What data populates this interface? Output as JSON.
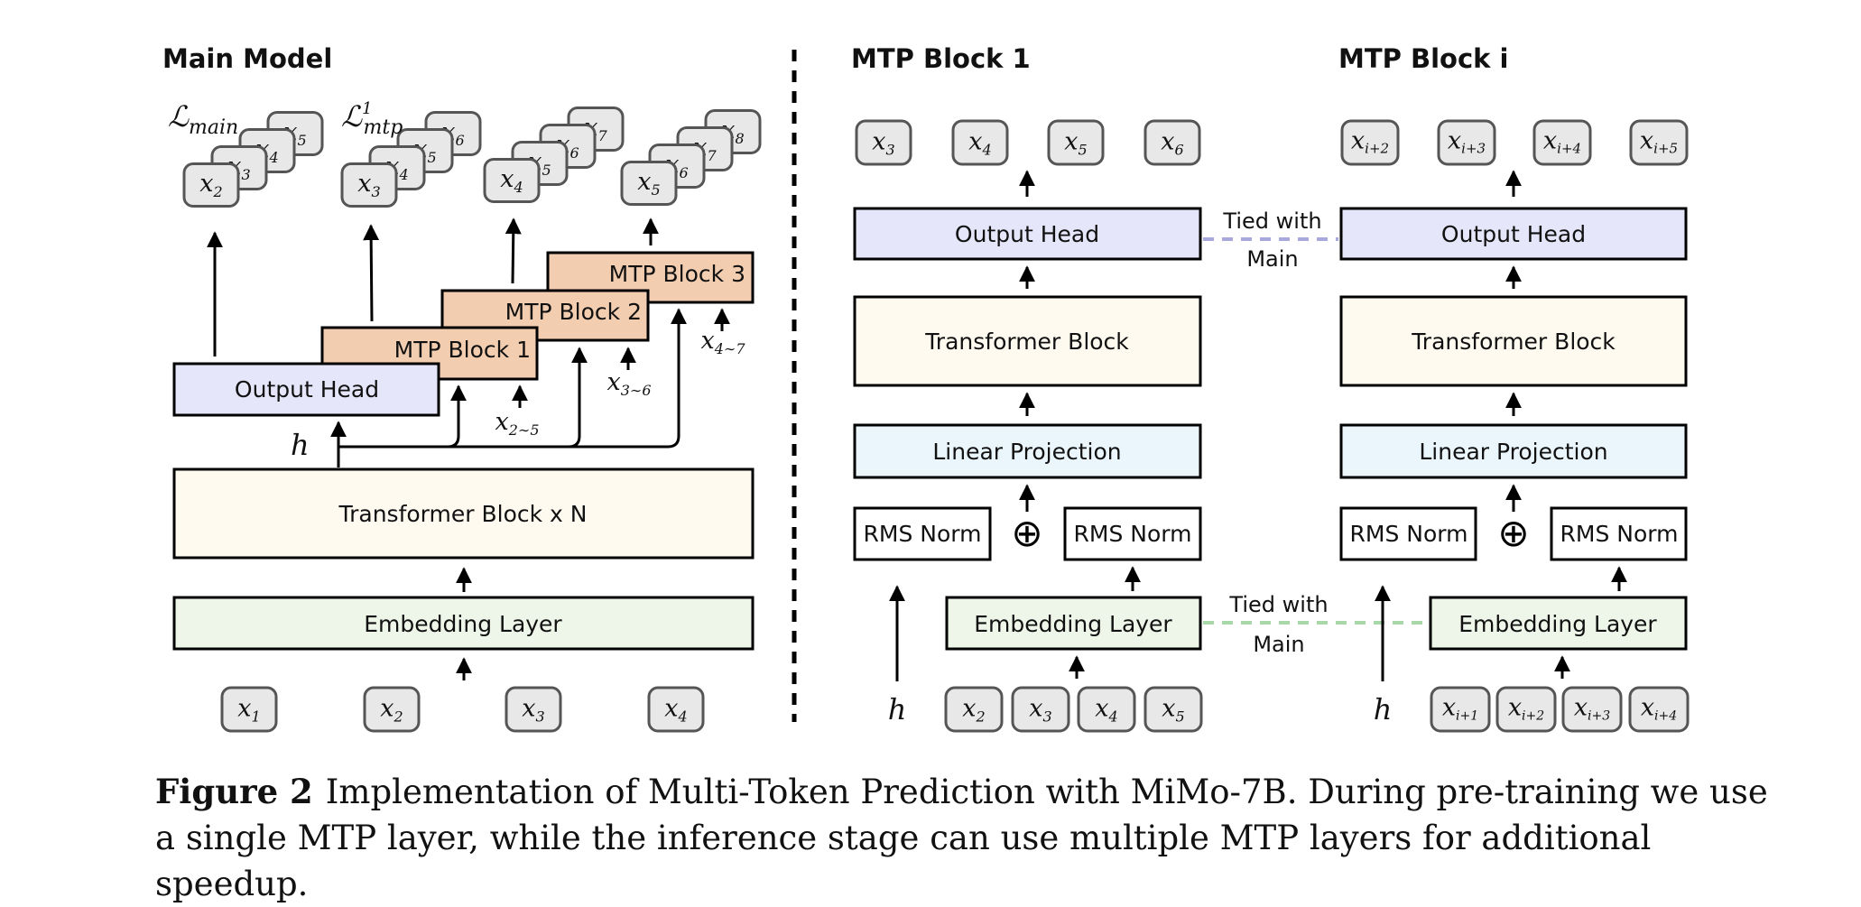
{
  "main_model": {
    "title": "Main Model",
    "output_head": "Output Head",
    "transformer_block": "Transformer Block x N",
    "embedding_layer": "Embedding Layer",
    "mtp_blocks": [
      "MTP Block 1",
      "MTP Block 2",
      "MTP Block 3"
    ],
    "h_label": "h",
    "input_tokens": [
      [
        "x",
        "1"
      ],
      [
        "x",
        "2"
      ],
      [
        "x",
        "3"
      ],
      [
        "x",
        "4"
      ]
    ],
    "loss_main": {
      "base": "ℒ",
      "sub": "main"
    },
    "loss_mtp": {
      "base": "ℒ",
      "sub": "mtp",
      "sup": "1"
    },
    "output_stacks": [
      [
        [
          "x",
          "2"
        ],
        [
          "x",
          "3"
        ],
        [
          "x",
          "4"
        ],
        [
          "x",
          "5"
        ]
      ],
      [
        [
          "x",
          "3"
        ],
        [
          "x",
          "4"
        ],
        [
          "x",
          "5"
        ],
        [
          "x",
          "6"
        ]
      ],
      [
        [
          "x",
          "4"
        ],
        [
          "x",
          "5"
        ],
        [
          "x",
          "6"
        ],
        [
          "x",
          "7"
        ]
      ],
      [
        [
          "x",
          "5"
        ],
        [
          "x",
          "6"
        ],
        [
          "x",
          "7"
        ],
        [
          "x",
          "8"
        ]
      ]
    ],
    "side_inputs": [
      [
        "x",
        "2∼5"
      ],
      [
        "x",
        "3∼6"
      ],
      [
        "x",
        "4∼7"
      ]
    ]
  },
  "mtp_block_1": {
    "title": "MTP Block 1",
    "output_head": "Output Head",
    "transformer_block": "Transformer Block",
    "linear_projection": "Linear Projection",
    "rms_norm_left": "RMS Norm",
    "rms_norm_right": "RMS Norm",
    "embedding_layer": "Embedding Layer",
    "plus": "⊕",
    "h_label": "h",
    "outputs": [
      [
        "x",
        "3"
      ],
      [
        "x",
        "4"
      ],
      [
        "x",
        "5"
      ],
      [
        "x",
        "6"
      ]
    ],
    "inputs": [
      [
        "x",
        "2"
      ],
      [
        "x",
        "3"
      ],
      [
        "x",
        "4"
      ],
      [
        "x",
        "5"
      ]
    ]
  },
  "mtp_block_i": {
    "title": "MTP Block i",
    "output_head": "Output Head",
    "transformer_block": "Transformer Block",
    "linear_projection": "Linear Projection",
    "rms_norm_left": "RMS Norm",
    "rms_norm_right": "RMS Norm",
    "embedding_layer": "Embedding Layer",
    "plus": "⊕",
    "h_label": "h",
    "outputs": [
      [
        "x",
        "i+2"
      ],
      [
        "x",
        "i+3"
      ],
      [
        "x",
        "i+4"
      ],
      [
        "x",
        "i+5"
      ]
    ],
    "inputs": [
      [
        "x",
        "i+1"
      ],
      [
        "x",
        "i+2"
      ],
      [
        "x",
        "i+3"
      ],
      [
        "x",
        "i+4"
      ]
    ]
  },
  "tied_labels": {
    "output": [
      "Tied with",
      "Main"
    ],
    "embedding": [
      "Tied with",
      "Main"
    ]
  },
  "caption": {
    "label": "Figure 2",
    "text": "Implementation of Multi-Token Prediction with MiMo-7B. During pre-training we use a single MTP layer, while the inference stage can use multiple MTP layers for additional speedup."
  },
  "colors": {
    "output_head": "#e6e6fa",
    "transformer": "#fffaf0",
    "embedding": "#eef6ea",
    "linear_projection": "#eaf6fc",
    "mtp_block": "#f2cdb0",
    "token": "#e8e8e8",
    "tied_output": "#a8a8dc",
    "tied_embedding": "#a8d8a8"
  }
}
